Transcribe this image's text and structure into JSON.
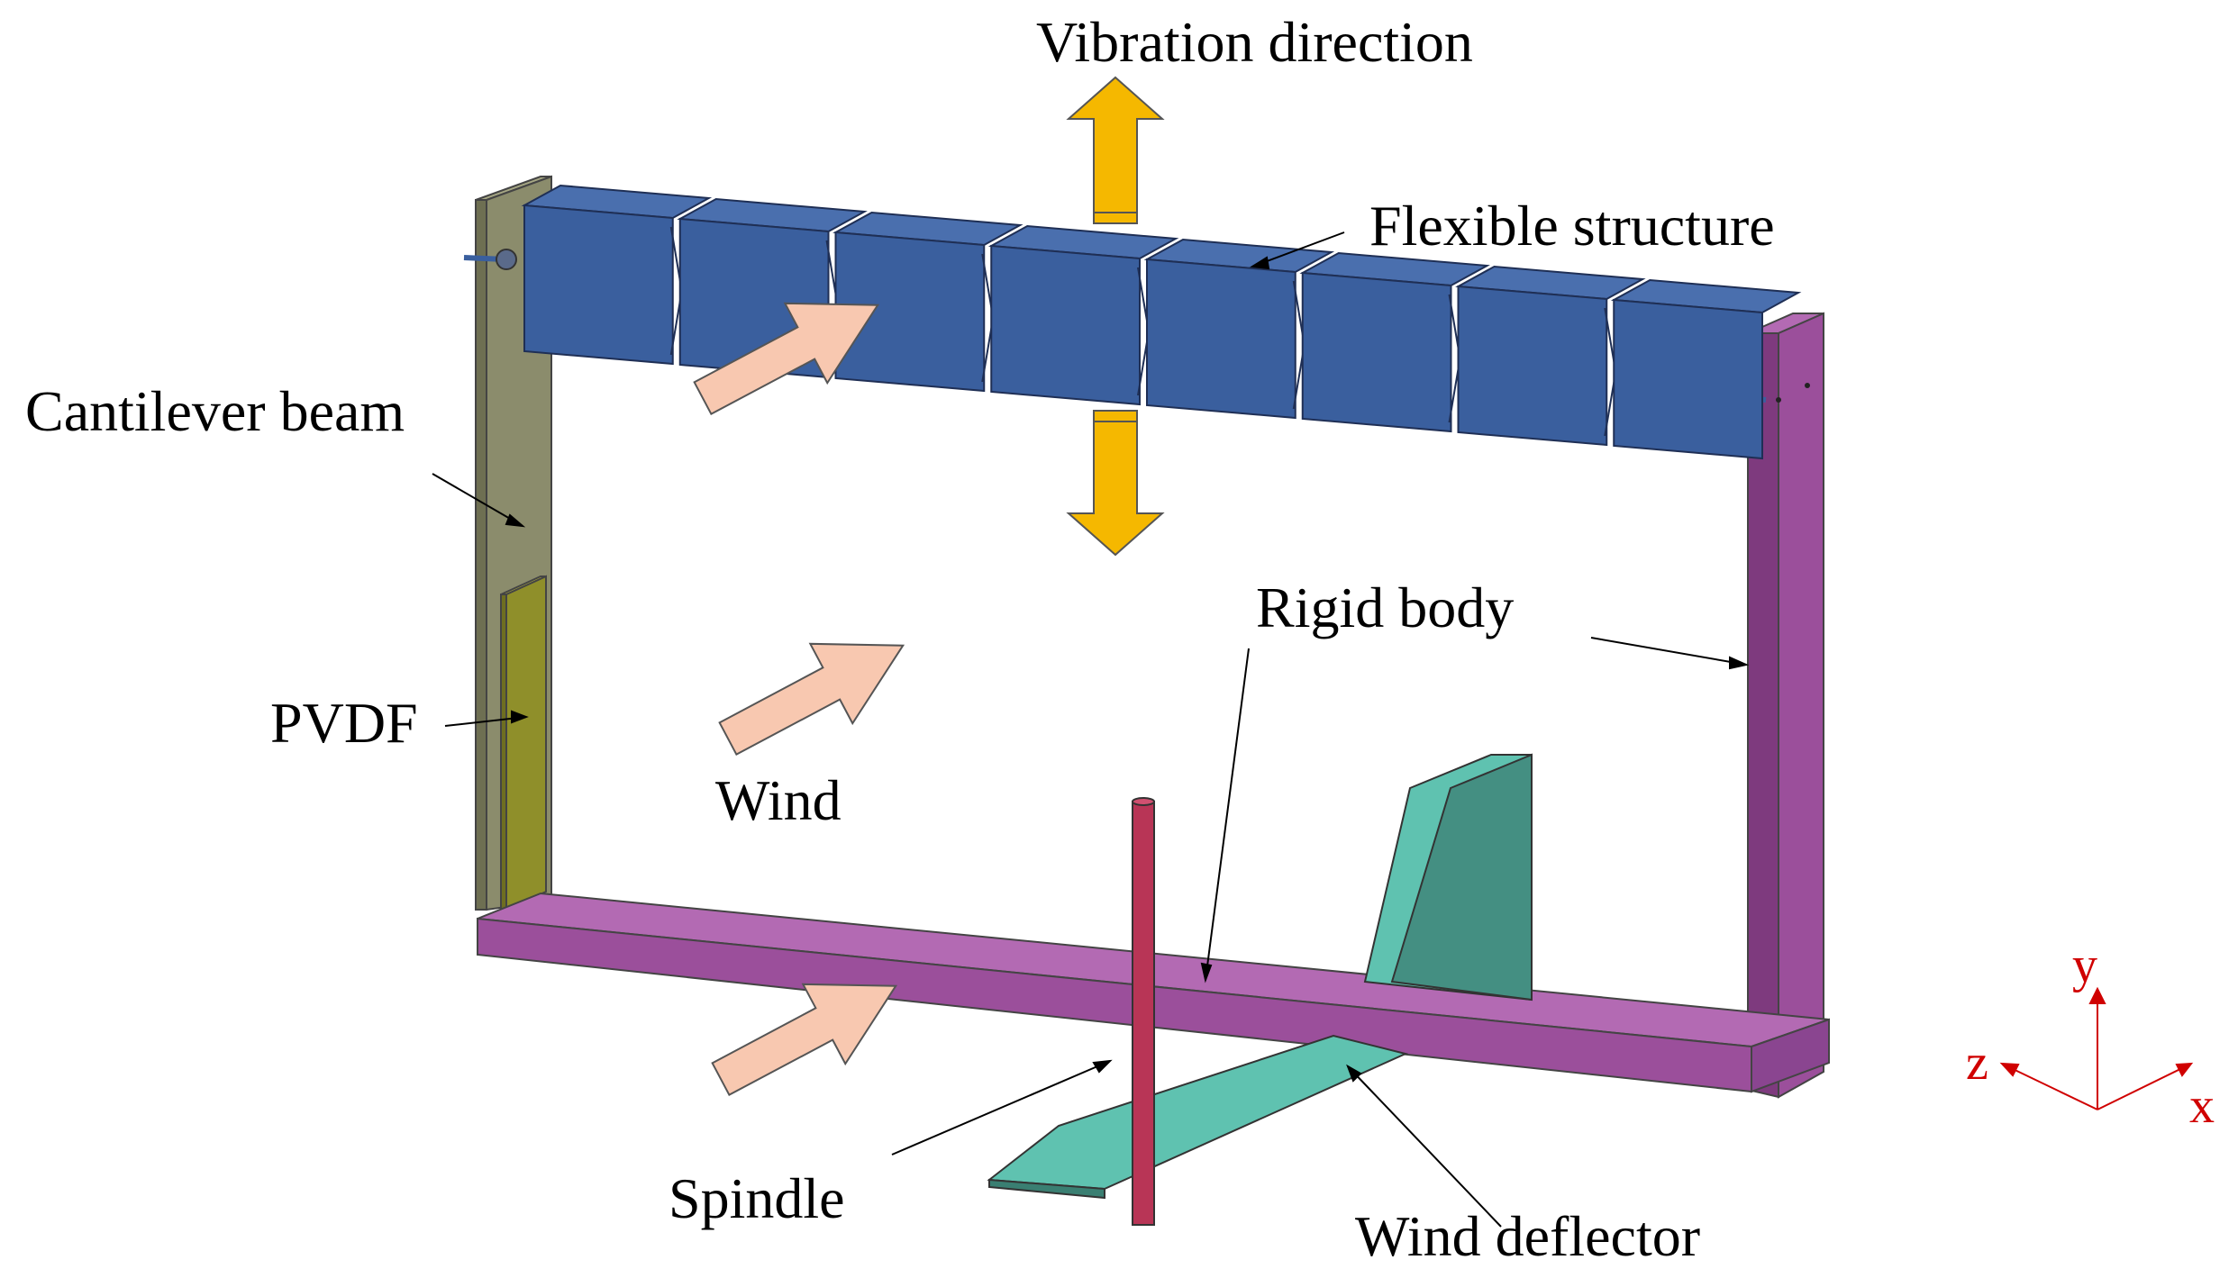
{
  "labels": {
    "vibration_direction": "Vibration direction",
    "flexible_structure": "Flexible structure",
    "cantilever_beam": "Cantilever beam",
    "rigid_body_top": "Rigid body",
    "pvdf": "PVDF",
    "wind": "Wind",
    "spindle": "Spindle",
    "wind_deflector": "Wind deflector"
  },
  "axes": {
    "y": "y",
    "z": "z",
    "x": "x"
  },
  "colors": {
    "block_front": "#3a5f9e",
    "block_side": "#2d4d85",
    "block_top": "#4a6fae",
    "cantilever": "#8b8c6c",
    "pvdf": "#8f8f2a",
    "rigid_body": "#9b4f9b",
    "spindle": "#b83556",
    "deflector": "#3f8f7f",
    "wind_arrow": "#f8c8b0",
    "vibration_arrow": "#f5b800",
    "axis": "#d00000"
  },
  "flexible_segments": 8
}
